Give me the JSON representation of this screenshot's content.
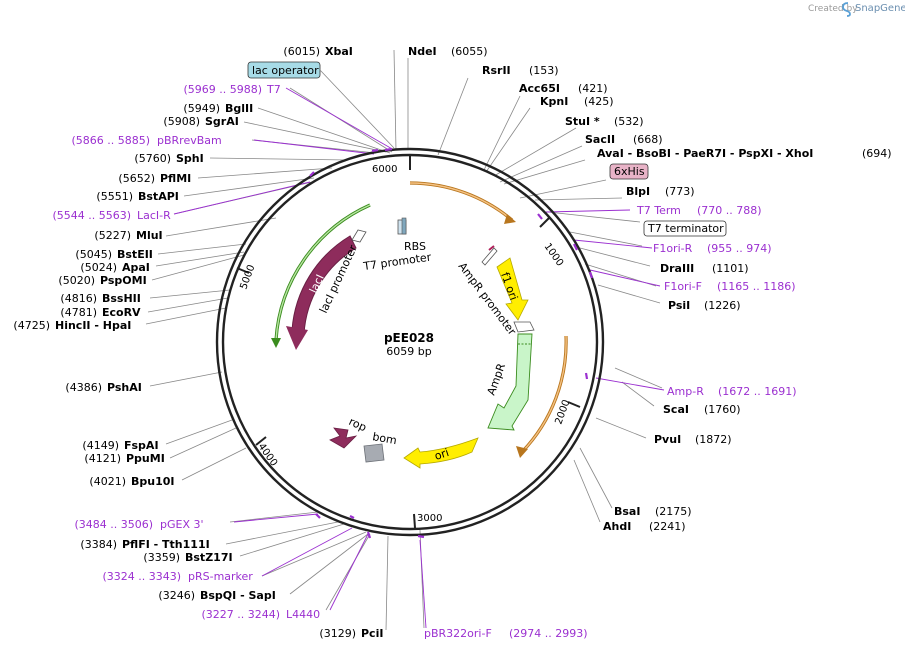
{
  "header": {
    "created_by": "Created by",
    "app_name": "SnapGene"
  },
  "plasmid": {
    "name": "pEE028",
    "length": "6059 bp"
  },
  "ruler": {
    "t1000": "1000",
    "t2000": "2000",
    "t3000": "3000",
    "t4000": "4000",
    "t5000": "5000",
    "t6000": "6000"
  },
  "features": {
    "laci": "lacI",
    "laci_promoter": "lacI promoter",
    "t7_promoter": "T7 promoter",
    "rbs": "RBS",
    "ampr_promoter": "AmpR promoter",
    "f1_ori": "f1 ori",
    "ampr": "AmpR",
    "ori": "ori",
    "rop": "rop",
    "bom": "bom"
  },
  "boxes": {
    "lac_operator": "lac operator",
    "his6": "6xHis",
    "t7_terminator": "T7 terminator"
  },
  "right_labels": [
    {
      "pos": "(6055)",
      "name": "NdeI"
    },
    {
      "pos": "(153)",
      "name": "RsrII"
    },
    {
      "pos": "(421)",
      "name": "Acc65I"
    },
    {
      "pos": "(425)",
      "name": "KpnI"
    },
    {
      "pos": "(532)",
      "name": "StuI *"
    },
    {
      "pos": "(668)",
      "name": "SacII"
    },
    {
      "pos": "(694)",
      "name": "AvaI - BsoBI - PaeR7I - PspXI - XhoI"
    },
    {
      "pos": "(773)",
      "name": "BlpI"
    },
    {
      "pos": "(770 .. 788)",
      "name": "T7 Term"
    },
    {
      "pos": "(955 .. 974)",
      "name": "F1ori-R"
    },
    {
      "pos": "(1101)",
      "name": "DraIII"
    },
    {
      "pos": "(1165 .. 1186)",
      "name": "F1ori-F"
    },
    {
      "pos": "(1226)",
      "name": "PsiI"
    },
    {
      "pos": "(1672 .. 1691)",
      "name": "Amp-R"
    },
    {
      "pos": "(1760)",
      "name": "ScaI"
    },
    {
      "pos": "(1872)",
      "name": "PvuI"
    },
    {
      "pos": "(2175)",
      "name": "BsaI"
    },
    {
      "pos": "(2241)",
      "name": "AhdI"
    },
    {
      "pos": "(2974 .. 2993)",
      "name": "pBR322ori-F"
    }
  ],
  "left_labels": [
    {
      "pos": "(6015)",
      "name": "XbaI"
    },
    {
      "pos": "(5969 .. 5988)",
      "name": "T7"
    },
    {
      "pos": "(5949)",
      "name": "BglII"
    },
    {
      "pos": "(5908)",
      "name": "SgrAI"
    },
    {
      "pos": "(5866 .. 5885)",
      "name": "pBRrevBam"
    },
    {
      "pos": "(5760)",
      "name": "SphI"
    },
    {
      "pos": "(5652)",
      "name": "PflMI"
    },
    {
      "pos": "(5551)",
      "name": "BstAPI"
    },
    {
      "pos": "(5544 .. 5563)",
      "name": "LacI-R"
    },
    {
      "pos": "(5227)",
      "name": "MluI"
    },
    {
      "pos": "(5045)",
      "name": "BstEII"
    },
    {
      "pos": "(5024)",
      "name": "ApaI"
    },
    {
      "pos": "(5020)",
      "name": "PspOMI"
    },
    {
      "pos": "(4816)",
      "name": "BssHII"
    },
    {
      "pos": "(4781)",
      "name": "EcoRV"
    },
    {
      "pos": "(4725)",
      "name": "HincII - HpaI"
    },
    {
      "pos": "(4386)",
      "name": "PshAI"
    },
    {
      "pos": "(4149)",
      "name": "FspAI"
    },
    {
      "pos": "(4121)",
      "name": "PpuMI"
    },
    {
      "pos": "(4021)",
      "name": "Bpu10I"
    },
    {
      "pos": "(3484 .. 3506)",
      "name": "pGEX 3'"
    },
    {
      "pos": "(3384)",
      "name": "PflFI - Tth111I"
    },
    {
      "pos": "(3359)",
      "name": "BstZ17I"
    },
    {
      "pos": "(3324 .. 3343)",
      "name": "pRS-marker"
    },
    {
      "pos": "(3246)",
      "name": "BspQI - SapI"
    },
    {
      "pos": "(3227 .. 3244)",
      "name": "L4440"
    },
    {
      "pos": "(3129)",
      "name": "PciI"
    }
  ]
}
